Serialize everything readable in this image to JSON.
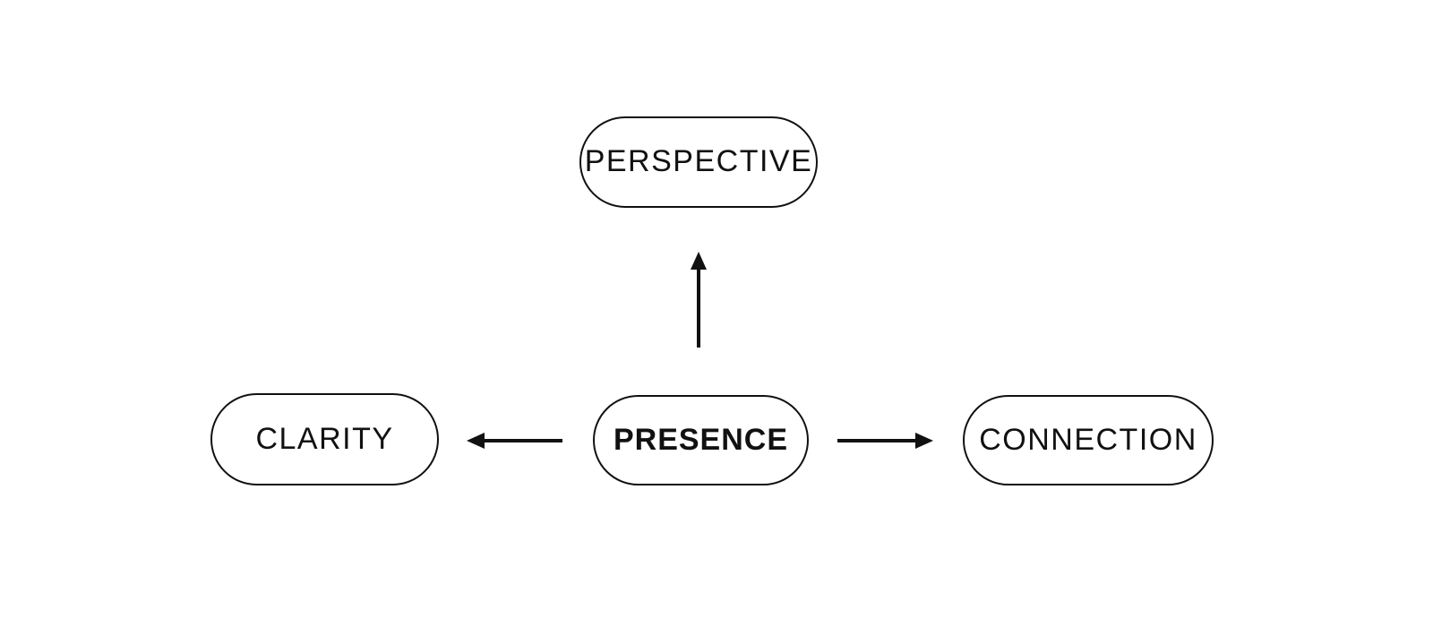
{
  "diagram": {
    "background_color": "#ffffff",
    "stroke_color": "#111111",
    "text_color": "#111111",
    "nodes": {
      "top": {
        "label": "PERSPECTIVE"
      },
      "center": {
        "label": "PRESENCE"
      },
      "left": {
        "label": "CLARITY"
      },
      "right": {
        "label": "CONNECTION"
      }
    },
    "edges": [
      {
        "from": "PRESENCE",
        "to": "PERSPECTIVE",
        "direction": "up"
      },
      {
        "from": "PRESENCE",
        "to": "CLARITY",
        "direction": "left"
      },
      {
        "from": "PRESENCE",
        "to": "CONNECTION",
        "direction": "right"
      }
    ]
  }
}
